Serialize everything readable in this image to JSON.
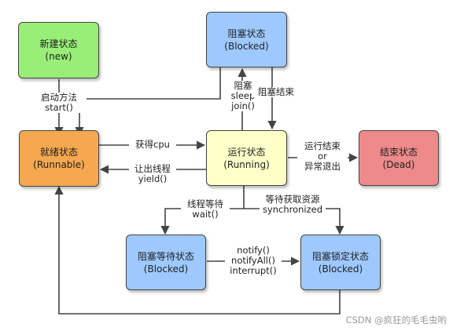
{
  "colors": {
    "new": "#99ee77",
    "runnable": "#f5a84f",
    "running": "#ffffc8",
    "dead": "#ee8a8a",
    "blocked": "#9ec9ff",
    "edge": "#444444"
  },
  "states": {
    "new": {
      "title": "新建状态",
      "sub": "(new)"
    },
    "blocked_top": {
      "title": "阻塞状态",
      "sub": "(Blocked)"
    },
    "runnable": {
      "title": "就绪状态",
      "sub": "(Runnable)"
    },
    "running": {
      "title": "运行状态",
      "sub": "(Running)"
    },
    "dead": {
      "title": "结束状态",
      "sub": "(Dead)"
    },
    "waiting": {
      "title": "阻塞等待状态",
      "sub": "(Blocked)"
    },
    "locked": {
      "title": "阻塞锁定状态",
      "sub": "(Blocked)"
    }
  },
  "edges": {
    "start": {
      "line1": "启动方法",
      "line2": "start()"
    },
    "get_cpu": {
      "line1": "获得cpu"
    },
    "yield": {
      "line1": "让出线程",
      "line2": "yield()"
    },
    "to_blocked": {
      "line1": "阻塞",
      "line2": "sleep",
      "line3": "join()"
    },
    "block_end": {
      "line1": "阻塞结束"
    },
    "finish": {
      "line1": "运行结束",
      "line2": "or",
      "line3": "异常退出"
    },
    "wait": {
      "line1": "线程等待",
      "line2": "wait()"
    },
    "sync": {
      "line1": "等待获取资源",
      "line2": "synchronized"
    },
    "notify": {
      "line1": "notify()",
      "line2": "notifyAll()",
      "line3": "interrupt()"
    }
  },
  "watermark": "CSDN @疯狂的毛毛虫哟"
}
